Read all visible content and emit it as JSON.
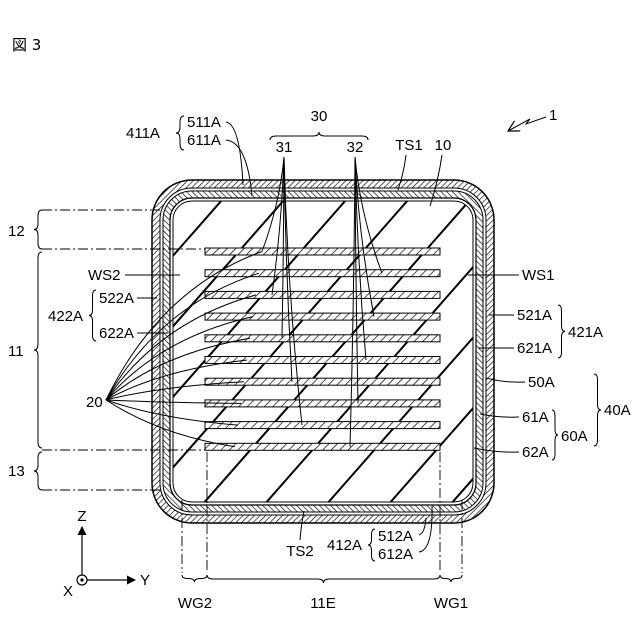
{
  "figure": {
    "label": "図 3"
  },
  "labels": {
    "ref_1": "1",
    "ref_30": "30",
    "ref_31": "31",
    "ref_32": "32",
    "ts1": "TS1",
    "ref_10": "10",
    "ref_411a": "411A",
    "ref_511a": "511A",
    "ref_611a": "611A",
    "ref_12": "12",
    "ref_11": "11",
    "ref_13": "13",
    "ws2": "WS2",
    "ref_422a": "422A",
    "ref_522a": "522A",
    "ref_622a": "622A",
    "ref_20": "20",
    "ws1": "WS1",
    "ref_521a": "521A",
    "ref_621a": "621A",
    "ref_421a": "421A",
    "ref_50a": "50A",
    "ref_40a": "40A",
    "ref_61a": "61A",
    "ref_60a": "60A",
    "ref_62a": "62A",
    "ts2": "TS2",
    "ref_412a": "412A",
    "ref_512a": "512A",
    "ref_612a": "612A",
    "wg2": "WG2",
    "ref_11e": "11E",
    "wg1": "WG1"
  },
  "axes": {
    "z": "Z",
    "x": "X",
    "y": "Y"
  }
}
